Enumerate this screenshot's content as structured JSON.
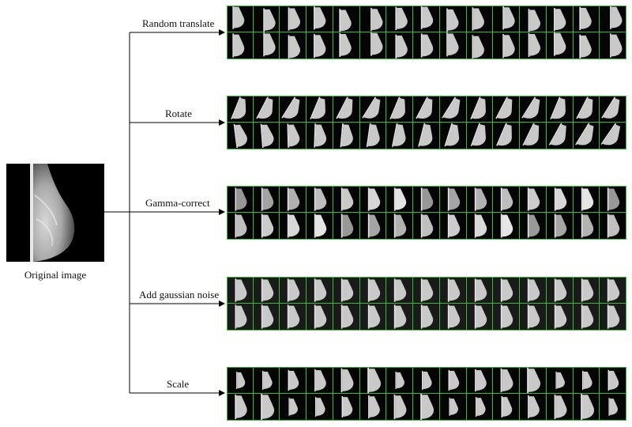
{
  "original": {
    "caption": "Original image"
  },
  "branches": [
    {
      "id": "translate",
      "label": "Random translate"
    },
    {
      "id": "rotate",
      "label": "Rotate"
    },
    {
      "id": "gamma",
      "label": "Gamma-correct"
    },
    {
      "id": "noise",
      "label": "Add gaussian noise"
    },
    {
      "id": "scale",
      "label": "Scale"
    }
  ],
  "colors": {
    "grid_lines": "#2fbf3a",
    "arrows": "#000000",
    "background": "#ffffff"
  },
  "tiles_per_row": 15,
  "rows_per_branch": 2
}
